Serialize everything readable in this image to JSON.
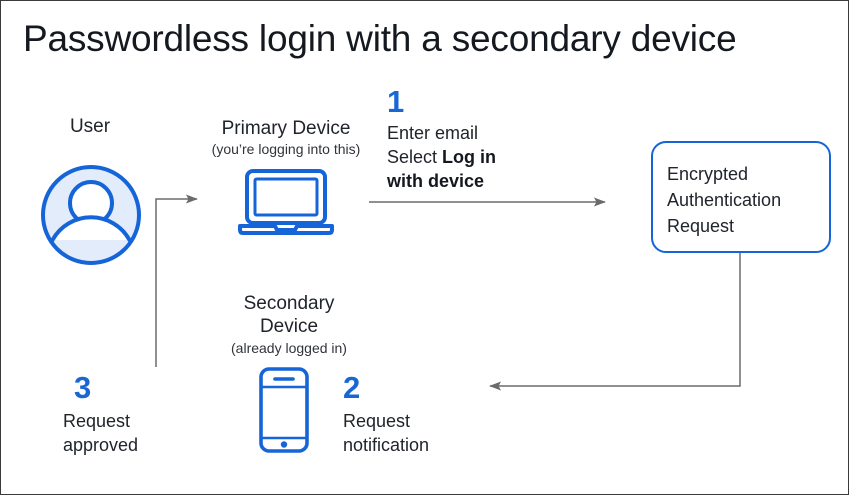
{
  "diagram": {
    "title": "Passwordless login with a secondary device",
    "accent_color": "#1967d2",
    "icon_color": "#1565d8",
    "arrow_color": "#6b6b6b",
    "background": "#ffffff",
    "border_color": "#3a3a3a"
  },
  "nodes": {
    "user": {
      "label": "User",
      "icon": "user-avatar-icon"
    },
    "primary_device": {
      "label": "Primary Device",
      "sublabel": "(you’re logging into this)",
      "icon": "laptop-icon"
    },
    "secondary_device": {
      "label_line1": "Secondary",
      "label_line2": "Device",
      "sublabel": "(already logged in)",
      "icon": "smartphone-icon"
    },
    "auth_request": {
      "text": "Encrypted Authentication Request"
    }
  },
  "steps": [
    {
      "number": "1",
      "line1": "Enter email",
      "line2_prefix": "Select ",
      "line2_bold": "Log in",
      "line3_bold": "with device"
    },
    {
      "number": "2",
      "line1": "Request",
      "line2": "notification"
    },
    {
      "number": "3",
      "line1": "Request",
      "line2": "approved"
    }
  ],
  "connectors": [
    {
      "name": "user-to-primary-device",
      "direction": "right"
    },
    {
      "name": "primary-device-to-auth-request",
      "direction": "right"
    },
    {
      "name": "auth-request-to-secondary-device",
      "direction": "left"
    },
    {
      "name": "secondary-device-to-primary-device",
      "direction": "up-right"
    }
  ]
}
